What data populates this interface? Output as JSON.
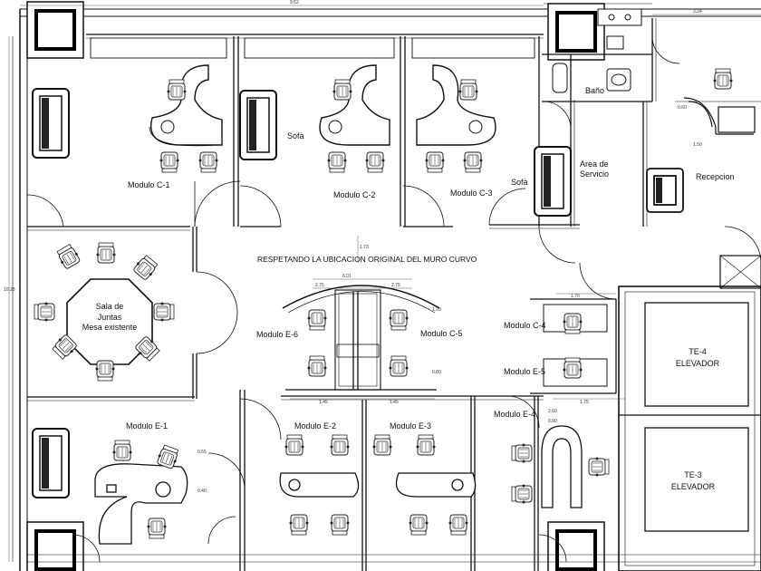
{
  "labels": {
    "c1": "Modulo  C-1",
    "c2": "Modulo  C-2",
    "c3": "Modulo  C-3",
    "sofa1": "Sofà",
    "sofa2": "Sofà",
    "bano": "Baño",
    "servicio": "Area de\nServicio",
    "recepcion": "Recepcion",
    "curvo": "RESPETANDO LA UBICACION ORIGINAL DEL MURO CURVO",
    "sala": "Sala de\nJuntas\nMesa existente",
    "e6": "Modulo   E-6",
    "c5": "Modulo   C-5",
    "c4": "Modulo  C-4",
    "e5": "Modulo  E-5",
    "e4": "Modulo  E-4",
    "te4": "TE-4\nELEVADOR",
    "te3": "TE-3\nELEVADOR",
    "e1": "Modulo   E-1",
    "e2": "Modulo  E-2",
    "e3": "Modulo  E-3"
  },
  "dims": {
    "d_top": "9.52",
    "d_top2": "3.34",
    "d_left": "10.28",
    "d_173": "1.73",
    "d_601": "6.01",
    "d_275a": "2.75",
    "d_275b": "2.75",
    "d_120": "1.20",
    "d_080": "0.80",
    "d_145a": "1.45",
    "d_145b": "1.45",
    "d_175": "1.75",
    "d_170": "1.70",
    "d_060": "0.60",
    "d_150": "1.50",
    "d_055": "0.55",
    "d_040": "0.40",
    "d_260": "2.60",
    "d_090": "0.90"
  }
}
